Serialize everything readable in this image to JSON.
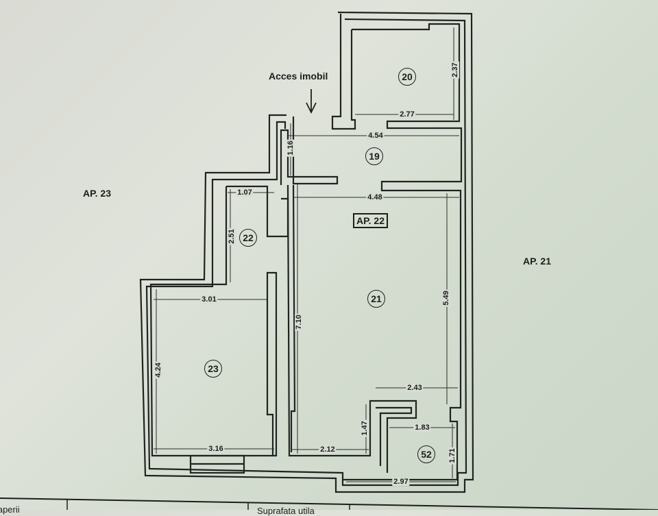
{
  "labels": {
    "access": "Acces imobil",
    "ap23": "AP. 23",
    "ap21": "AP. 21",
    "ap22": "AP. 22"
  },
  "rooms": [
    "20",
    "19",
    "22",
    "21",
    "23",
    "52"
  ],
  "dimensions": {
    "d237": "2.37",
    "d277": "2.77",
    "d454": "4.54",
    "d116": "1.16",
    "d107": "1.07",
    "d448": "4.48",
    "d251": "2.51",
    "d301": "3.01",
    "d710": "7.10",
    "d549": "5.49",
    "d424": "4.24",
    "d243": "2.43",
    "d147": "1.47",
    "d183": "1.83",
    "d171": "1.71",
    "d316": "3.16",
    "d212": "2.12",
    "d297": "2.97"
  },
  "table": {
    "cell1": "Nr. incaperii",
    "cell3": "Suprafata utila"
  }
}
